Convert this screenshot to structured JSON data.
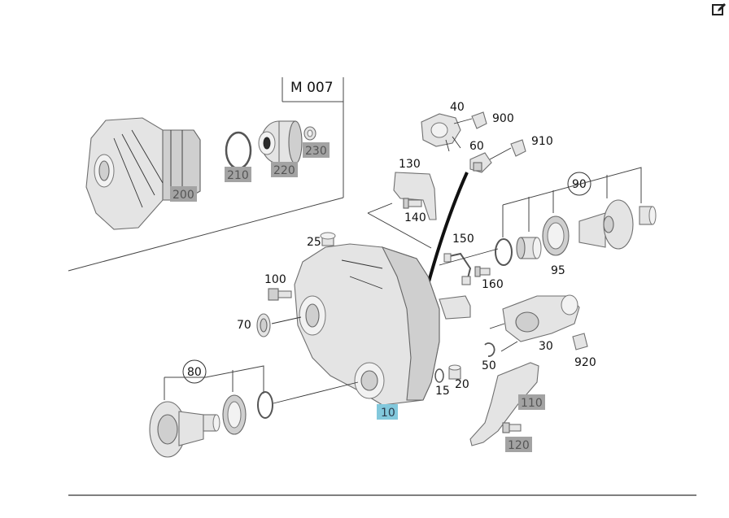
{
  "diagram": {
    "model_code": "M 007",
    "callouts": {
      "c10": "10",
      "c15": "15",
      "c20": "20",
      "c25": "25",
      "c30": "30",
      "c40": "40",
      "c50": "50",
      "c60": "60",
      "c70": "70",
      "c80": "80",
      "c90": "90",
      "c95": "95",
      "c100": "100",
      "c110": "110",
      "c120": "120",
      "c130": "130",
      "c140": "140",
      "c150": "150",
      "c160": "160",
      "c200": "200",
      "c210": "210",
      "c220": "220",
      "c230": "230",
      "c900": "900",
      "c910": "910",
      "c920": "920"
    }
  },
  "toolbar": {
    "edit_icon": "edit-icon"
  },
  "colors": {
    "grey_highlight": "#a3a3a3",
    "blue_highlight": "#82c8dc"
  }
}
